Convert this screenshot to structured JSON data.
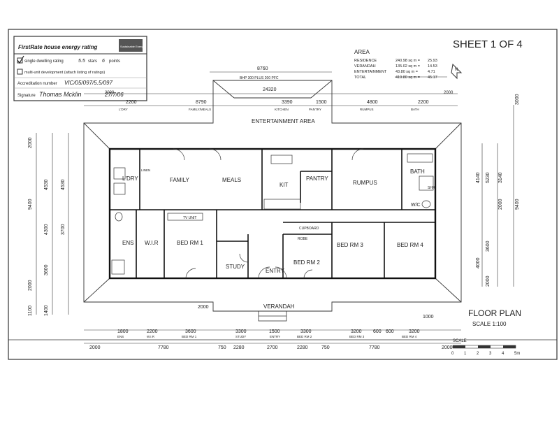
{
  "sheet": {
    "label": "SHEET 1 OF 4"
  },
  "rating_box": {
    "title": "FirstRate house energy rating",
    "single_line": "single dwelling rating",
    "stars_value": "5.5",
    "stars_word": "stars",
    "points_value": "6",
    "points_word": "points",
    "multi_line": "multi-unit development (attach listing of ratings)",
    "accreditation_label": "Accreditation number",
    "accreditation_value": "VIC/05/097/5.5/097",
    "signature_label": "Signature",
    "signature_value": "Thomas Mcklin",
    "date_value": "27/7/06",
    "logo_text": "Sustainable Energy"
  },
  "area_table": {
    "title": "AREA",
    "rows": [
      {
        "name": "RESIDENCE",
        "m2": "240.98",
        "sq": "25.93"
      },
      {
        "name": "VERANDAH",
        "m2": "135.02",
        "sq": "14.53"
      },
      {
        "name": "ENTERTAINMENT",
        "m2": "43.80",
        "sq": "4.71"
      },
      {
        "name": "TOTAL",
        "m2": "419.80",
        "sq": "45.17"
      }
    ],
    "m2_unit": "sq m =",
    "sq_unit": ""
  },
  "title_block": {
    "title": "FLOOR PLAN",
    "scale": "SCALE 1:100",
    "scale_label": "SCALE",
    "scale_ticks": [
      "0",
      "1",
      "2",
      "3",
      "4",
      "5m"
    ]
  },
  "rooms": {
    "ldry": "L'DRY",
    "family": "FAMILY",
    "meals": "MEALS",
    "kit": "KIT",
    "pantry": "PANTRY",
    "rumpus": "RUMPUS",
    "bath": "BATH",
    "ens": "ENS",
    "wir": "W.I.R",
    "bed1": "BED RM 1",
    "study": "STUDY",
    "entry": "ENTRY",
    "bed2": "BED RM 2",
    "bed3": "BED RM 3",
    "bed4": "BED RM 4",
    "verandah": "VERANDAH",
    "entertainment": "ENTERTAINMENT AREA",
    "cupboard": "CUPBOARD",
    "robe": "ROBE",
    "tv_unit": "TV UNIT",
    "wc": "W/C",
    "linen": "LINEN",
    "shr": "SHR"
  },
  "top_dims": {
    "overall_top": "8760",
    "bhp": "BHP 300 PLUS 200 PFC",
    "span": "24320",
    "row2": [
      "2200",
      "8790",
      "3390",
      "1500",
      "4800",
      "2200",
      "2000"
    ],
    "row2_labels": [
      "L'DRY",
      "FAMILY/MEALS",
      "KITCHEN",
      "PANTRY",
      "RUMPUS",
      "BATH"
    ],
    "left": "2000",
    "right_top": "3000"
  },
  "bottom_dims": {
    "row1": [
      "1800",
      "2200",
      "3600",
      "3300",
      "1500",
      "3300",
      "3200",
      "600",
      "600",
      "3200"
    ],
    "row1_labels": [
      "ENS",
      "W.I.R",
      "BED RM 1",
      "STUDY",
      "ENTRY",
      "BED RM 2",
      "BED RM 3",
      "BED RM 4"
    ],
    "row2": [
      "2000",
      "7780",
      "750",
      "2280",
      "2700",
      "2280",
      "750",
      "7780",
      "2000"
    ],
    "verandah_w": "2000",
    "entry_w": "1000"
  },
  "left_dims": [
    "2000",
    "4530",
    "4530",
    "9400",
    "4300",
    "3700",
    "3600",
    "2000",
    "1100",
    "1400"
  ],
  "right_dims": [
    "4140",
    "5230",
    "3140",
    "2000",
    "9400",
    "3600",
    "4000",
    "2000"
  ]
}
